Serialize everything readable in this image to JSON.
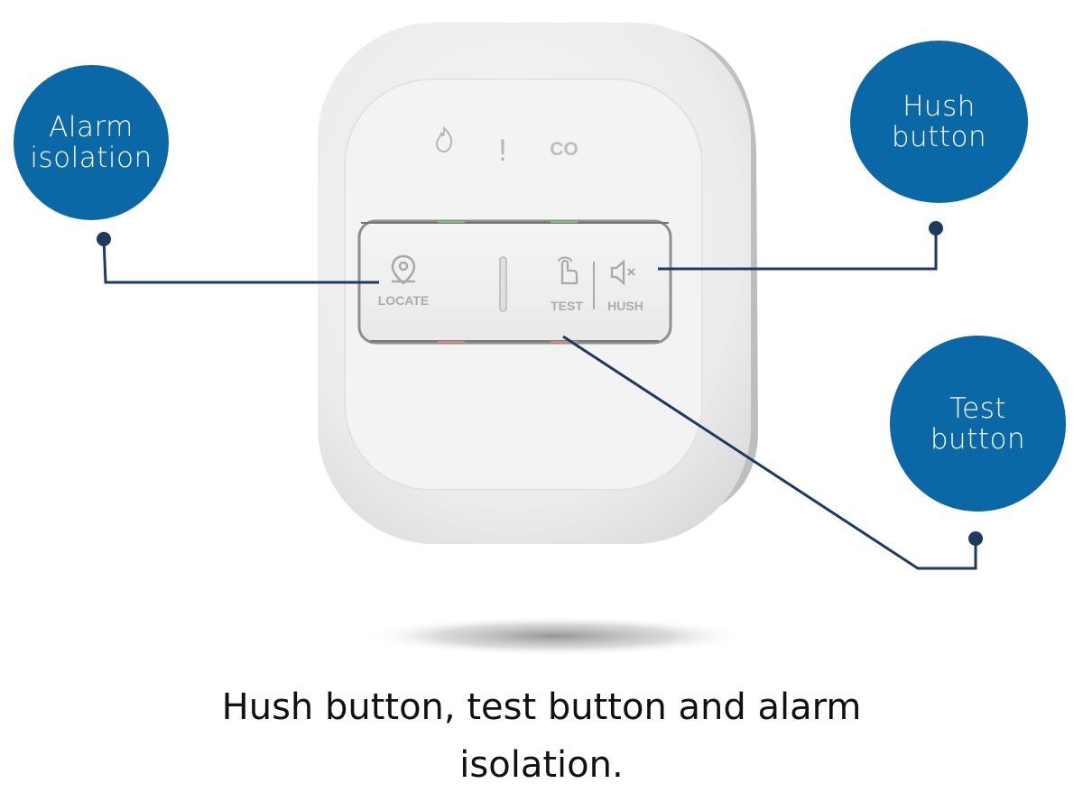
{
  "callouts": {
    "alarm_isolation": {
      "line1": "Alarm",
      "line2": "isolation"
    },
    "hush_button": {
      "line1": "Hush",
      "line2": "button"
    },
    "test_button": {
      "line1": "Test",
      "line2": "button"
    }
  },
  "device": {
    "icons": [
      "flame-icon",
      "exclamation-icon",
      "co-label"
    ],
    "status_co": "CO",
    "status_alert": "!",
    "locate_label": "LOCATE",
    "test_label": "TEST",
    "hush_label": "HUSH"
  },
  "caption": {
    "line1": "Hush button, test button and alarm",
    "line2": "isolation."
  },
  "colors": {
    "bubble": "#0a68a6",
    "connector": "#1d3a5f",
    "caption": "#111111"
  }
}
